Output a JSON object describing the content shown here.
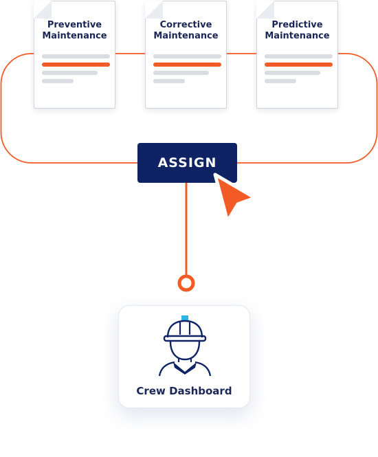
{
  "documents": [
    {
      "title_line1": "Preventive",
      "title_line2": "Maintenance"
    },
    {
      "title_line1": "Corrective",
      "title_line2": "Maintenance"
    },
    {
      "title_line1": "Predictive",
      "title_line2": "Maintenance"
    }
  ],
  "assign_button": {
    "label": "ASSIGN"
  },
  "crew_card": {
    "label": "Crew Dashboard"
  },
  "colors": {
    "accent": "#f25a26",
    "navy": "#0f2364",
    "text": "#1a2656",
    "helmet_light": "#29b6e8"
  },
  "icons": {
    "cursor": "cursor-arrow-icon",
    "crew": "worker-helmet-icon",
    "connector": "ring-node-icon"
  }
}
